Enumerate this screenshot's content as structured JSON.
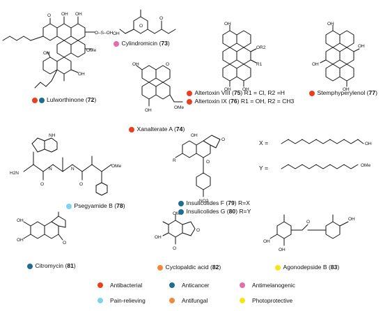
{
  "colors": {
    "antibacterial": "#e8401e",
    "anticancer": "#1e6d93",
    "antimelanogenic": "#e56ea8",
    "pain_relieving": "#7fd3ef",
    "antifungal": "#ef8a3c",
    "photoprotective": "#f5e614"
  },
  "compounds": [
    {
      "name": "Lulworthinone",
      "num": "72",
      "activities": [
        "antibacterial",
        "anticancer"
      ]
    },
    {
      "name": "Cylindromicin",
      "num": "73",
      "activities": [
        "antimelanogenic"
      ]
    },
    {
      "name": "Xanalterate A",
      "num": "74",
      "activities": [
        "antibacterial"
      ]
    },
    {
      "name": "Altertoxin VIII",
      "num": "75",
      "suffix": " R1 = Cl, R2 =H",
      "activities": [
        "antibacterial"
      ]
    },
    {
      "name": "Altertoxin IX",
      "num": "76",
      "suffix": " R1 = OH, R2 = CH3",
      "activities": [
        "antibacterial"
      ]
    },
    {
      "name": "Stemphyperylenol",
      "num": "77",
      "activities": [
        "antibacterial"
      ]
    },
    {
      "name": "Psegyamide B",
      "num": "78",
      "activities": [
        "pain_relieving"
      ]
    },
    {
      "name": "Insulicolides F",
      "num": "79",
      "suffix": " R=X",
      "activities": [
        "anticancer"
      ]
    },
    {
      "name": "Insulicolides G",
      "num": "80",
      "suffix": " R=Y",
      "activities": [
        "anticancer"
      ]
    },
    {
      "name": "Citromycin",
      "num": "81",
      "activities": [
        "anticancer"
      ]
    },
    {
      "name": "Cyclopaldic acid",
      "num": "82",
      "activities": [
        "antifungal"
      ]
    },
    {
      "name": "Agonodepside B",
      "num": "83",
      "activities": [
        "photoprotective"
      ]
    }
  ],
  "substituents": {
    "x_label": "X =",
    "y_label": "Y ="
  },
  "atoms": {
    "oh": "OH",
    "o": "O",
    "nh": "NH",
    "h2n": "H2N",
    "n": "N",
    "h": "H",
    "ome": "OMe",
    "sulfo": "O–S–OH",
    "cl_r1": "R1",
    "or2": "OR2",
    "no2": "NO2",
    "r": "R"
  },
  "legend": [
    {
      "key": "antibacterial",
      "label": "Antibacterial"
    },
    {
      "key": "anticancer",
      "label": "Anticancer"
    },
    {
      "key": "antimelanogenic",
      "label": "Antimelanogenic"
    },
    {
      "key": "pain_relieving",
      "label": "Pain-relieving"
    },
    {
      "key": "antifungal",
      "label": "Antifungal"
    },
    {
      "key": "photoprotective",
      "label": "Photoprotective"
    }
  ]
}
